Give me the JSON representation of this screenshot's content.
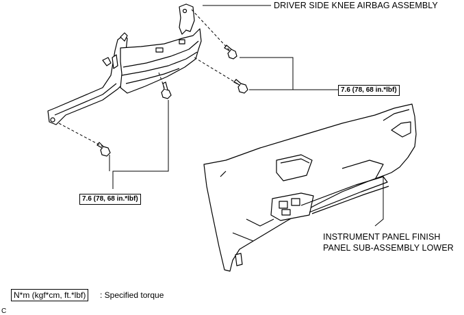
{
  "labels": {
    "airbag": "DRIVER SIDE KNEE AIRBAG ASSEMBLY",
    "panel_line1": "INSTRUMENT PANEL FINISH",
    "panel_line2": "PANEL SUB-ASSEMBLY LOWER"
  },
  "torque": {
    "upper": "7.6 (78, 68 in.*lbf)",
    "lower": "7.6 (78, 68 in.*lbf)"
  },
  "legend": {
    "unit": "N*m (kgf*cm, ft.*lbf)",
    "text": ": Specified torque"
  },
  "code": "C"
}
